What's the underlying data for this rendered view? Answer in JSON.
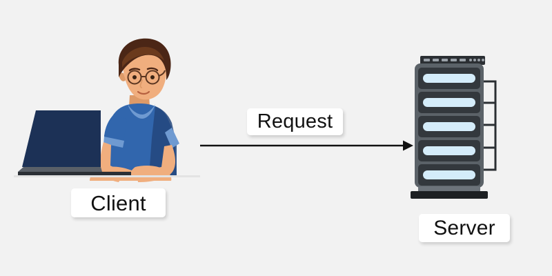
{
  "diagram": {
    "title": "Client Server Request Diagram",
    "background_color": "#f2f2f2",
    "nodes": [
      {
        "id": "client",
        "label": "Client",
        "icon": "person-at-laptop-illustration",
        "position": "left"
      },
      {
        "id": "server",
        "label": "Server",
        "icon": "server-rack-illustration",
        "position": "right"
      }
    ],
    "edges": [
      {
        "id": "request",
        "label": "Request",
        "from": "client",
        "to": "server",
        "direction": "left-to-right",
        "style": "solid-arrow",
        "color": "#111111"
      }
    ],
    "labels": {
      "client": "Client",
      "server": "Server",
      "request": "Request"
    },
    "colors": {
      "background": "#f2f2f2",
      "label_chip_background": "#ffffff",
      "label_text": "#111111",
      "arrow": "#111111",
      "shirt_blue": "#3166ad",
      "shirt_blue_dark": "#1f3d66",
      "shirt_trim": "#6f9ad1",
      "skin": "#f0ae7e",
      "skin_shadow": "#dd9a68",
      "hair_dark": "#4b2616",
      "hair_light": "#6b3a1d",
      "laptop_screen": "#1c3156",
      "laptop_base": "#5a6068",
      "server_frame": "#5b6268",
      "server_bay": "#33383d",
      "server_indicator": "#d4ecfa",
      "server_base": "#1d2023",
      "server_cable": "#2b2f33"
    },
    "server_rack": {
      "bay_count": 5,
      "top_vent_blocks": 5,
      "top_vent_dots": 4,
      "cable_segments": 4
    }
  }
}
